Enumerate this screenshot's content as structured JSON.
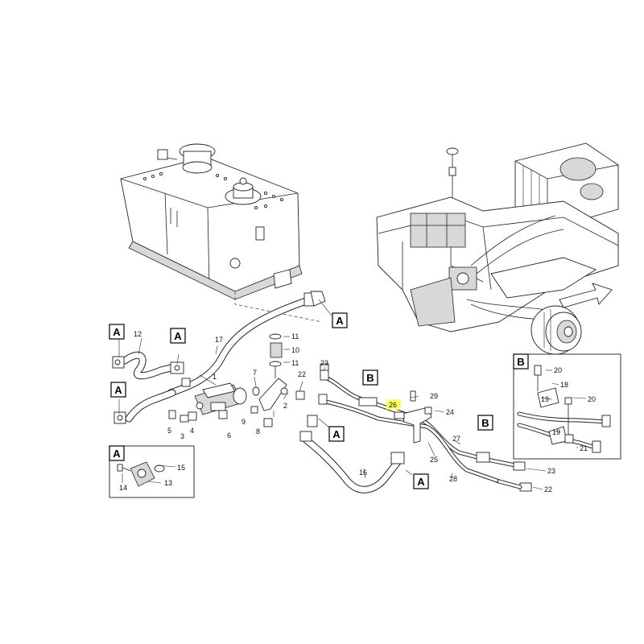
{
  "reference_letters": {
    "a": "A",
    "b": "B"
  },
  "callouts": {
    "n1": "1",
    "n2": "2",
    "n3": "3",
    "n4": "4",
    "n5": "5",
    "n6": "6",
    "n7": "7",
    "n8": "8",
    "n9": "9",
    "n10": "10",
    "n11": "11",
    "n12": "12",
    "n13": "13",
    "n14": "14",
    "n15": "15",
    "n16": "16",
    "n17": "17",
    "n18": "18",
    "n19": "19",
    "n20": "20",
    "n21": "21",
    "n22": "22",
    "n23": "23",
    "n24": "24",
    "n25": "25",
    "n26": "26",
    "n27": "27",
    "n28": "28",
    "n29": "29"
  },
  "highlight_color": "#ffff66"
}
